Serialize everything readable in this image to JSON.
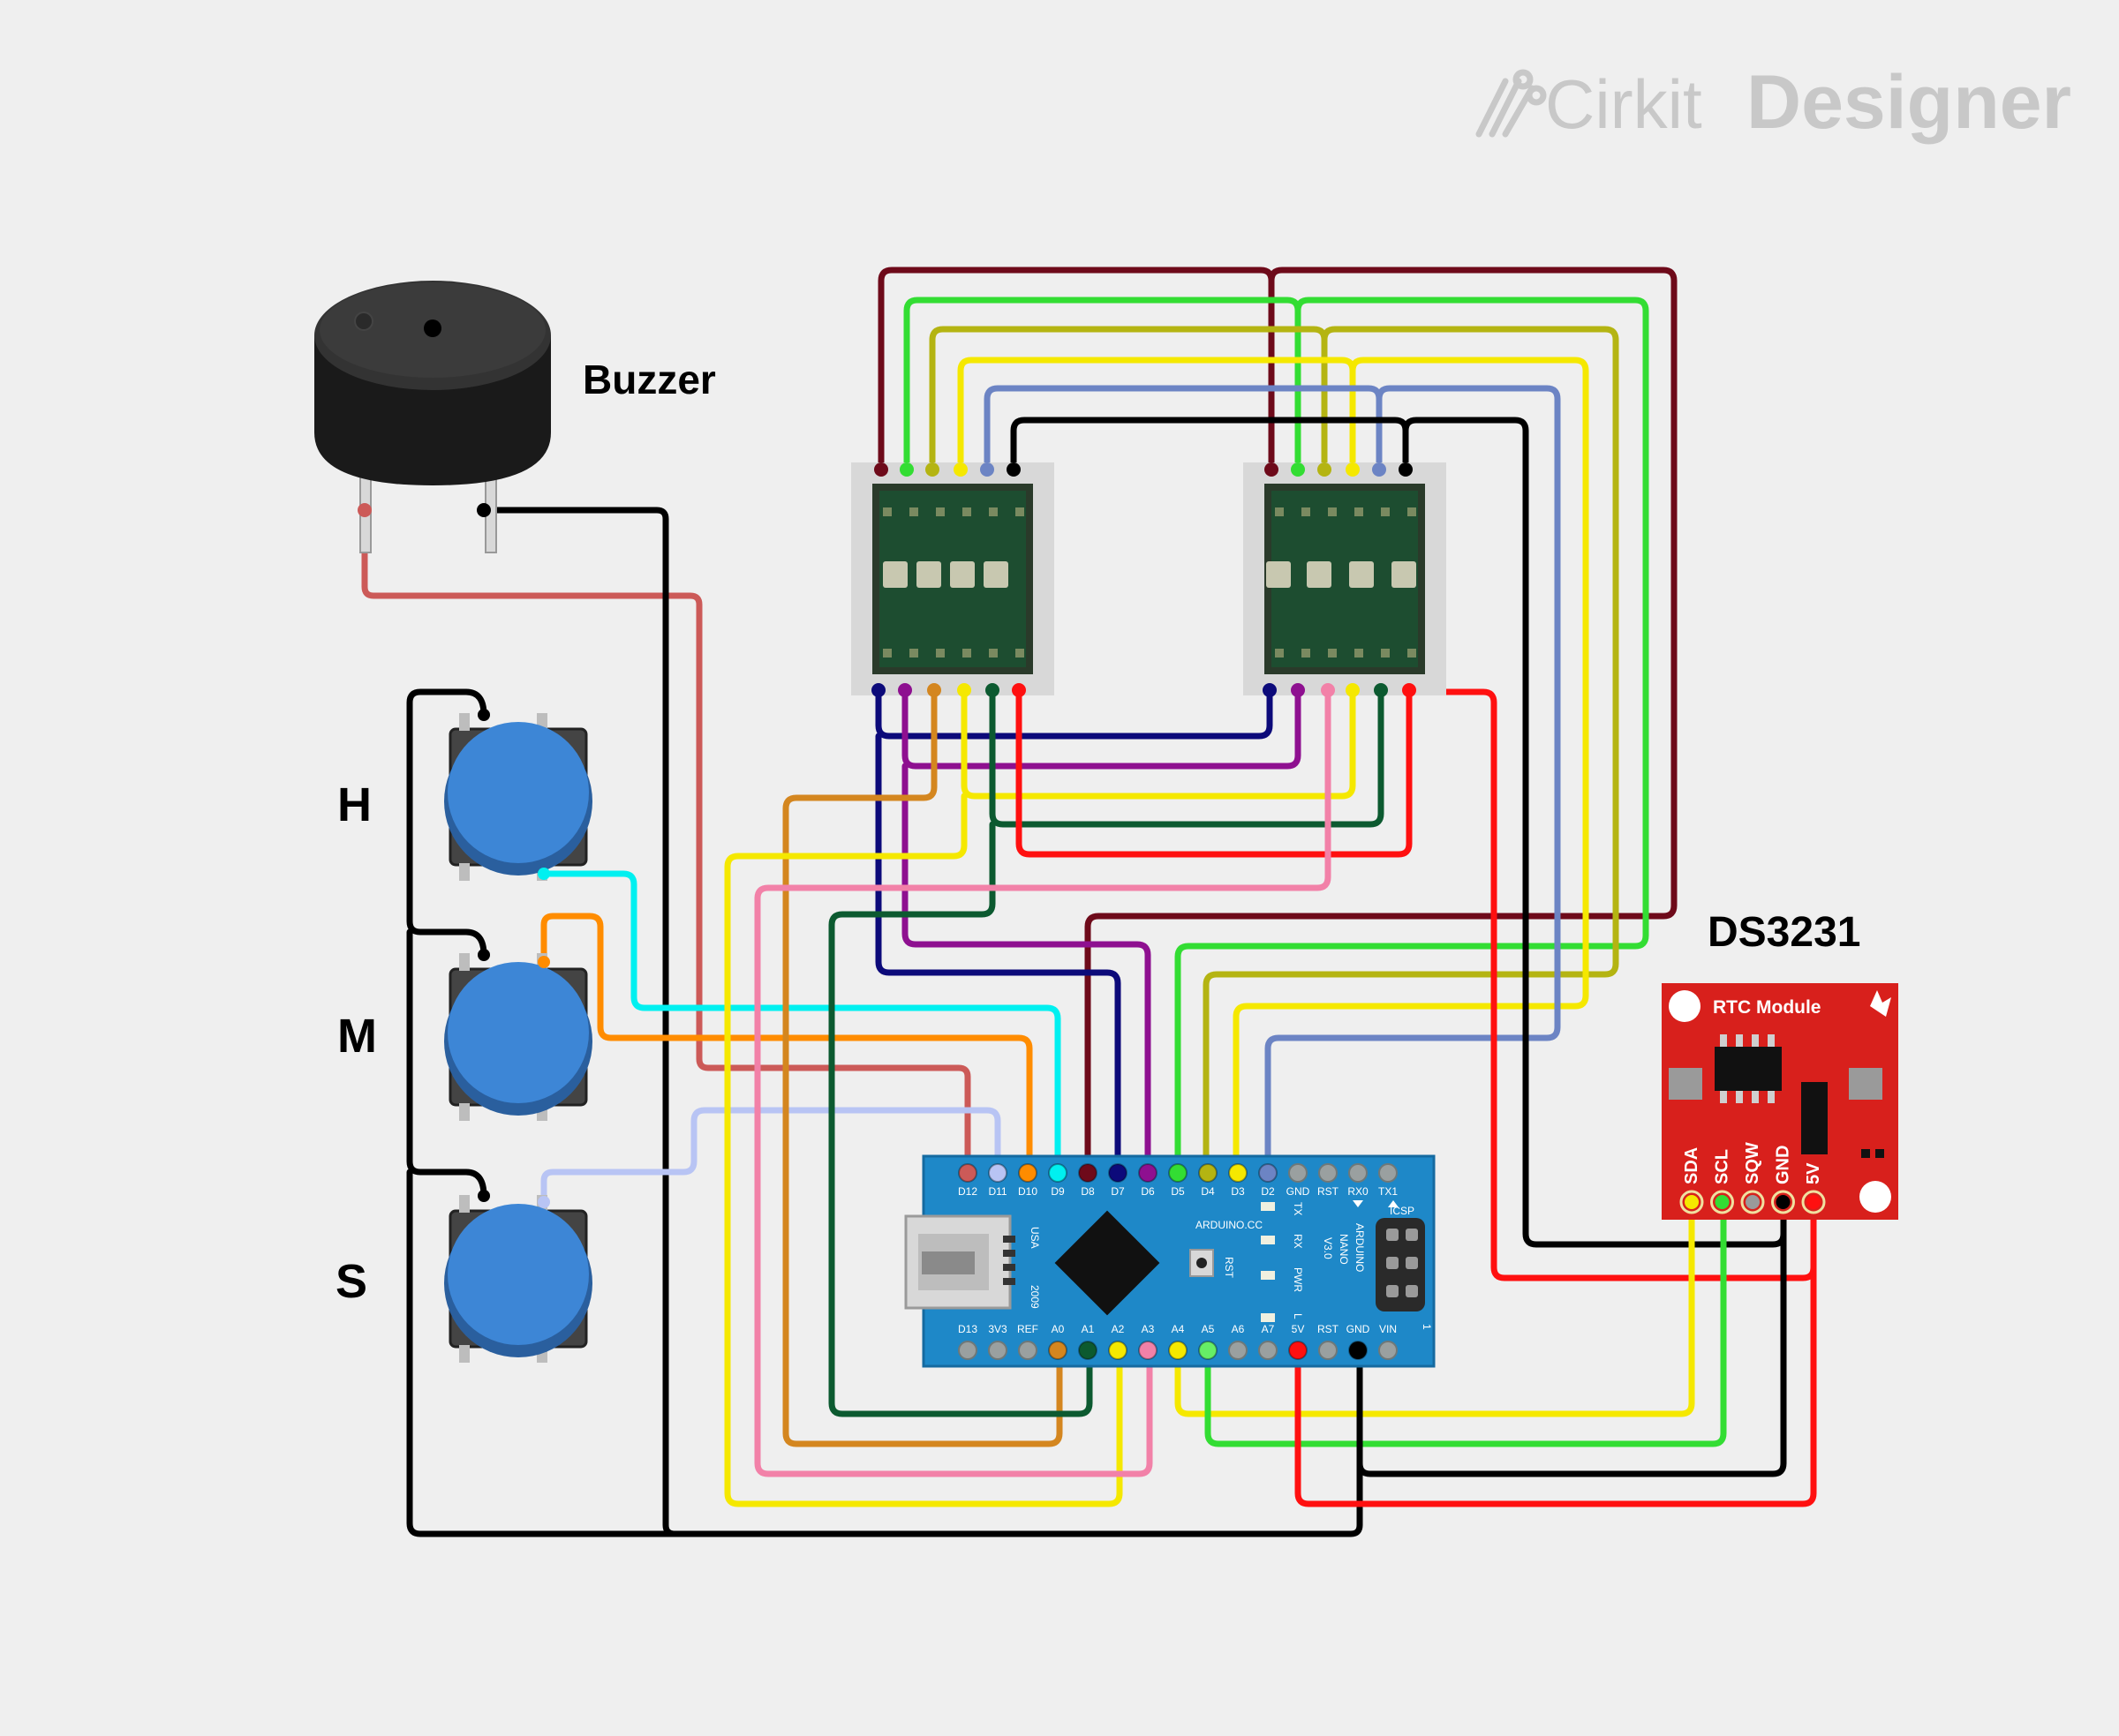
{
  "brand": {
    "name_light": "Cirkit",
    "name_bold": "Designer"
  },
  "components": {
    "buzzer": {
      "label": "Buzzer"
    },
    "button_h": {
      "label": "H"
    },
    "button_m": {
      "label": "M"
    },
    "button_s": {
      "label": "S"
    },
    "rtc": {
      "title": "DS3231",
      "board_text": "RTC Module",
      "pins": [
        "SDA",
        "SCL",
        "SQW",
        "GND",
        "5V"
      ]
    },
    "nano": {
      "top_pins": [
        "D12",
        "D11",
        "D10",
        "D9",
        "D8",
        "D7",
        "D6",
        "D5",
        "D4",
        "D3",
        "D2",
        "GND",
        "RST",
        "RX0",
        "TX1"
      ],
      "bottom_pins": [
        "D13",
        "3V3",
        "REF",
        "A0",
        "A1",
        "A2",
        "A3",
        "A4",
        "A5",
        "A6",
        "A7",
        "5V",
        "RST",
        "GND",
        "VIN"
      ],
      "text_usa": "USA",
      "text_year": "2009",
      "text_site": "ARDUINO.CC",
      "text_model_1": "ARDUINO",
      "text_model_2": "NANO",
      "text_model_3": "V3.0",
      "text_icsp": "ICSP",
      "text_rst": "RST",
      "led_tx": "TX",
      "led_rx": "RX",
      "led_pwr": "PWR",
      "led_l": "L",
      "text_one": "1"
    }
  },
  "colors": {
    "background": "#efefef",
    "black": "#000000",
    "red": "#ff1010",
    "salmon": "#cc5a58",
    "cyan": "#00f0f0",
    "orange": "#ff8c00",
    "dark_orange": "#d4861f",
    "lavender": "#b8c4f4",
    "maroon": "#6e0a1a",
    "green": "#33dd33",
    "olive": "#b4b412",
    "yellow": "#f5e800",
    "slate_blue": "#6c84c4",
    "navy": "#0c0a7a",
    "purple": "#8e1090",
    "pink": "#f281a8",
    "dark_green": "#0c5a30",
    "light_green": "#66ee66",
    "nano_blue": "#1e88c8",
    "rtc_red": "#d8201c",
    "button_blue": "#3d86d6"
  }
}
